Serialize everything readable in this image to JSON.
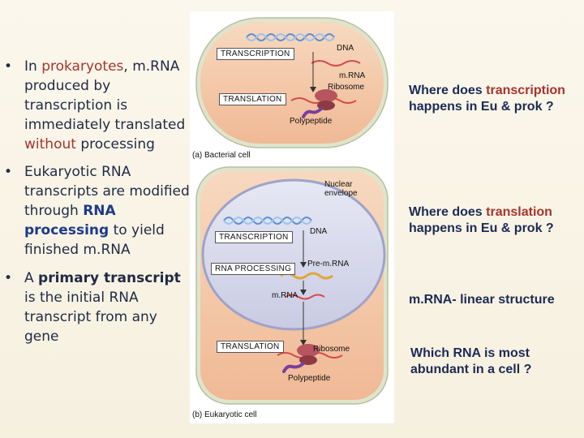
{
  "bullets": [
    {
      "parts": [
        "In ",
        "prokaryotes",
        ", m.RNA produced by transcription is immediately translated ",
        "without",
        " processing"
      ]
    },
    {
      "parts": [
        "Eukaryotic RNA transcripts are modified through ",
        "RNA processing",
        " to yield finished m.RNA"
      ]
    },
    {
      "parts": [
        "A ",
        "primary transcript",
        " is the initial RNA transcript from any gene"
      ]
    }
  ],
  "bullet_glyph": "•",
  "figure": {
    "bacterial": {
      "dna": "DNA",
      "transcription": "TRANSCRIPTION",
      "mrna": "m.RNA",
      "ribosome": "Ribosome",
      "translation": "TRANSLATION",
      "polypeptide": "Polypeptide",
      "caption": "(a) Bacterial cell"
    },
    "eukaryotic": {
      "nuclear_envelope": "Nuclear envelope",
      "transcription": "TRANSCRIPTION",
      "dna": "DNA",
      "rna_processing": "RNA PROCESSING",
      "pre_mrna": "Pre-m.RNA",
      "mrna": "m.RNA",
      "translation": "TRANSLATION",
      "ribosome": "Ribosome",
      "polypeptide": "Polypeptide",
      "caption": "(b) Eukaryotic cell"
    }
  },
  "questions": [
    {
      "parts": [
        "Where does ",
        "transcription",
        " happens in Eu & prok ?"
      ]
    },
    {
      "parts": [
        "Where does ",
        "translation",
        " happens in Eu & prok ?"
      ]
    },
    {
      "parts": [
        "m.RNA- linear structure"
      ]
    },
    {
      "parts": [
        "Which RNA is most abundant in a cell ?"
      ]
    }
  ],
  "colors": {
    "accent_red": "#a6342c",
    "accent_blue": "#1d3a8a",
    "cell_fill": "#f3c9a8",
    "nucleus_fill": "#d7d9ec"
  }
}
